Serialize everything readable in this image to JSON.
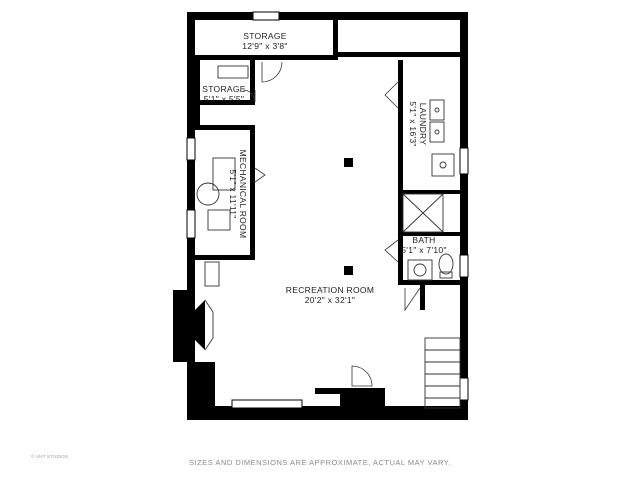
{
  "rooms": {
    "storage_top": {
      "name": "STORAGE",
      "dims": "12'9\" x 3'8\""
    },
    "storage_small": {
      "name": "STORAGE",
      "dims": "5'1\" x 5'5\""
    },
    "mechanical": {
      "name": "MECHANICAL ROOM",
      "dims": "5'1\" x 11'11\""
    },
    "laundry": {
      "name": "LAUNDRY",
      "dims": "5'1\" x 16'3\""
    },
    "bath": {
      "name": "BATH",
      "dims": "5'1\" x 7'10\""
    },
    "recreation": {
      "name": "RECREATION ROOM",
      "dims": "20'2\" x 32'1\""
    }
  },
  "footer": {
    "disclaimer": "SIZES AND DIMENSIONS ARE APPROXIMATE, ACTUAL MAY VARY.",
    "watermark": "© VHT STUDIOS"
  },
  "colors": {
    "wall": "#000000",
    "fixture_line": "#333333",
    "text": "#222222"
  }
}
